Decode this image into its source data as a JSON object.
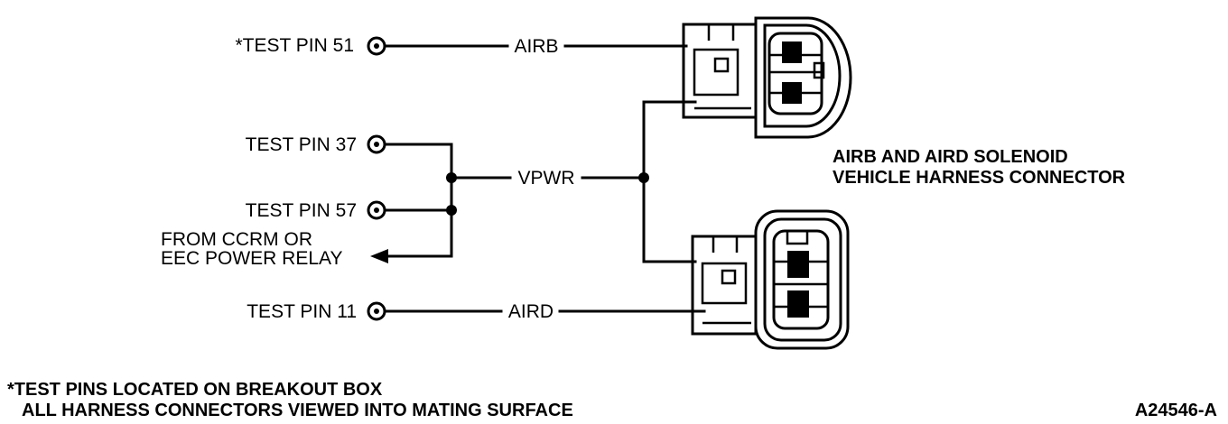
{
  "test_pins": [
    {
      "label": "*TEST PIN 51"
    },
    {
      "label": "TEST PIN 37"
    },
    {
      "label": "TEST PIN 57"
    },
    {
      "label": "TEST PIN 11"
    }
  ],
  "wires": {
    "airb": "AIRB",
    "vpwr": "VPWR",
    "aird": "AIRD"
  },
  "source": {
    "line1": "FROM CCRM OR",
    "line2": "EEC POWER RELAY"
  },
  "connector_title": {
    "line1": "AIRB AND AIRD SOLENOID",
    "line2": "VEHICLE HARNESS CONNECTOR"
  },
  "notes": {
    "line1": "*TEST PINS LOCATED ON BREAKOUT BOX",
    "line2": "ALL HARNESS CONNECTORS VIEWED INTO MATING SURFACE"
  },
  "figure_id": "A24546-A"
}
